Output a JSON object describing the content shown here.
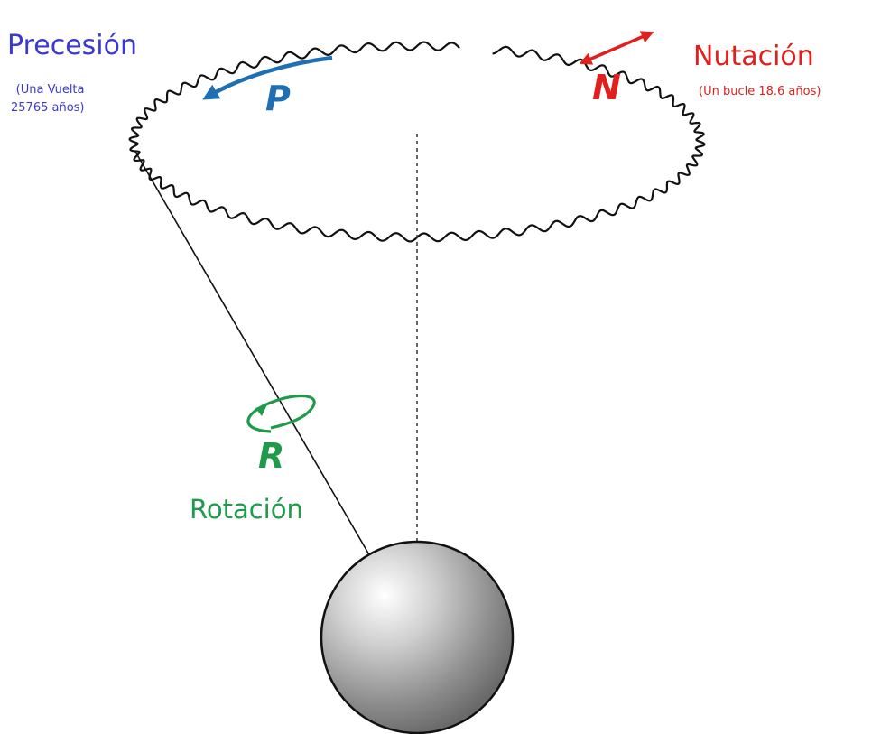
{
  "colors": {
    "precession": "#3a3ad0",
    "precession_arrow": "#1f6fb5",
    "nutation": "#e0201c",
    "rotation": "#1e9a4a",
    "outline": "#111111"
  },
  "precession": {
    "title": "Precesión",
    "note_line1": "(Una Vuelta",
    "note_line2": "25765 años)",
    "letter": "P"
  },
  "nutation": {
    "title": "Nutación",
    "note": "(Un bucle 18.6 años)",
    "letter": "N"
  },
  "rotation": {
    "title": "Rotación",
    "letter": "R"
  }
}
